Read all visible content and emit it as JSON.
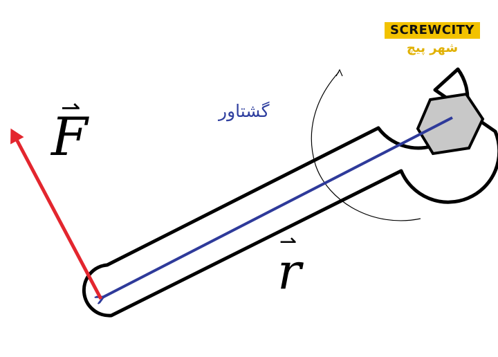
{
  "logo": {
    "text_latin": "SCREWCITY",
    "text_persian": "شهر پیچ",
    "color_yellow": "#f2c200"
  },
  "labels": {
    "torque": "گشتاور",
    "force_symbol": "F",
    "radius_symbol": "r",
    "vector_arrow": "⇀"
  },
  "colors": {
    "force_vector": "#e3262e",
    "radius_vector": "#2e3a9a",
    "outline": "#000000",
    "nut_fill": "#c8c8c8"
  },
  "icons": {
    "wrench": "wrench-icon",
    "nut": "hex-nut-icon",
    "rotation": "rotation-arrow-icon"
  }
}
